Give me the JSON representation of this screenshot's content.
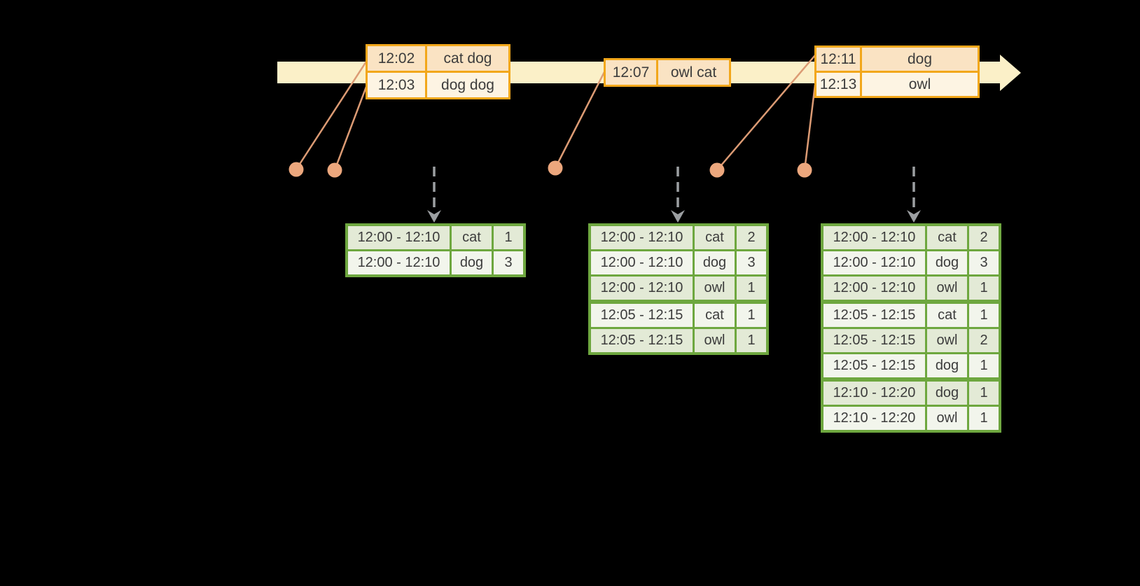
{
  "diagram": {
    "kind": "streaming-windowed-word-count-timeline",
    "colors": {
      "background": "#000000",
      "timeline_fill": "#fbf0c8",
      "event_table_border": "#f2a71b",
      "event_row_dark": "#fae3c3",
      "event_row_light": "#fdf4e3",
      "event_dot": "#eca77d",
      "connector_line": "#dc9b74",
      "trigger_arrow": "#9c9fa2",
      "result_table_border": "#6ea73f",
      "result_row_dark": "#e3ead6",
      "result_row_light": "#f2f5ec",
      "text": "#3c3c3c"
    },
    "event_tables": [
      {
        "rows": [
          {
            "time": "12:02",
            "words": "cat dog"
          },
          {
            "time": "12:03",
            "words": "dog dog"
          }
        ]
      },
      {
        "rows": [
          {
            "time": "12:07",
            "words": "owl cat"
          }
        ]
      },
      {
        "rows": [
          {
            "time": "12:11",
            "words": "dog"
          },
          {
            "time": "12:13",
            "words": "owl"
          }
        ]
      }
    ],
    "result_tables": [
      {
        "rows": [
          {
            "window": "12:00 - 12:10",
            "word": "cat",
            "count": "1"
          },
          {
            "window": "12:00 - 12:10",
            "word": "dog",
            "count": "3"
          }
        ]
      },
      {
        "rows": [
          {
            "window": "12:00 - 12:10",
            "word": "cat",
            "count": "2"
          },
          {
            "window": "12:00 - 12:10",
            "word": "dog",
            "count": "3"
          },
          {
            "window": "12:00 - 12:10",
            "word": "owl",
            "count": "1"
          },
          {
            "window": "12:05 - 12:15",
            "word": "cat",
            "count": "1"
          },
          {
            "window": "12:05 - 12:15",
            "word": "owl",
            "count": "1"
          }
        ]
      },
      {
        "rows": [
          {
            "window": "12:00 - 12:10",
            "word": "cat",
            "count": "2"
          },
          {
            "window": "12:00 - 12:10",
            "word": "dog",
            "count": "3"
          },
          {
            "window": "12:00 - 12:10",
            "word": "owl",
            "count": "1"
          },
          {
            "window": "12:05 - 12:15",
            "word": "cat",
            "count": "1"
          },
          {
            "window": "12:05 - 12:15",
            "word": "owl",
            "count": "2"
          },
          {
            "window": "12:05 - 12:15",
            "word": "dog",
            "count": "1"
          },
          {
            "window": "12:10 - 12:20",
            "word": "dog",
            "count": "1"
          },
          {
            "window": "12:10 - 12:20",
            "word": "owl",
            "count": "1"
          }
        ]
      }
    ]
  }
}
